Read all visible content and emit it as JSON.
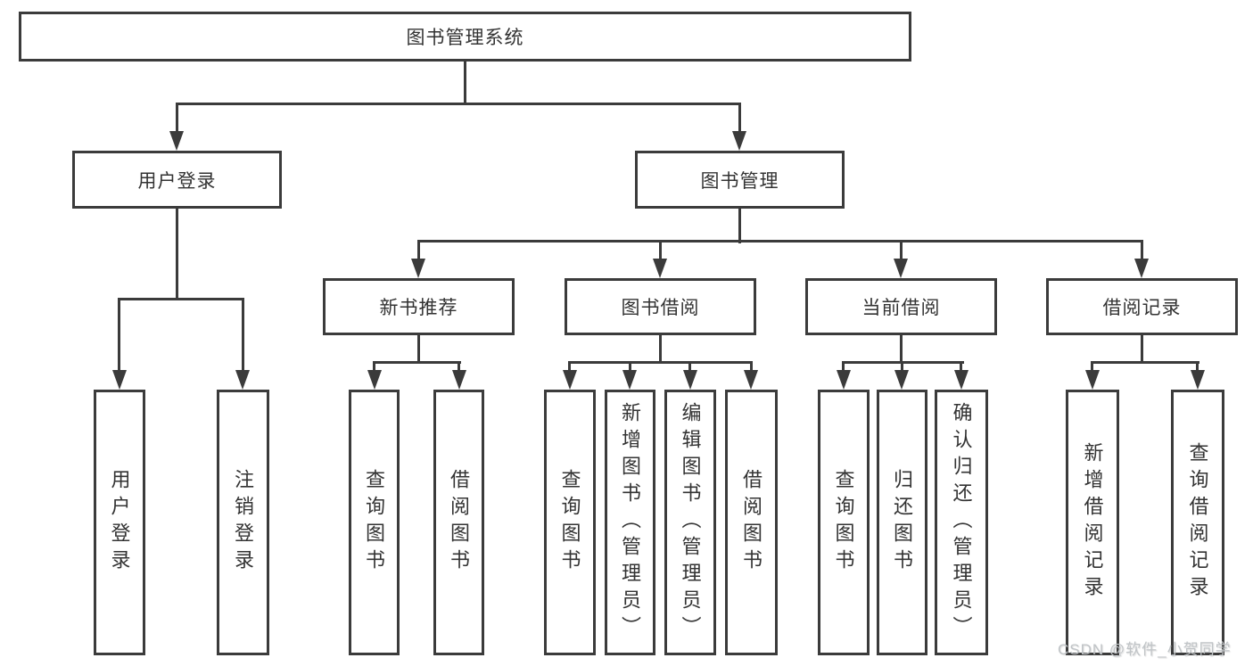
{
  "nodes": {
    "root": "图书管理系统",
    "user_login": {
      "label": "用户登录",
      "children": {
        "login": "用户登录",
        "logout": "注销登录"
      }
    },
    "book_mgmt": {
      "label": "图书管理",
      "sections": {
        "new_book": {
          "label": "新书推荐",
          "children": {
            "query": "查询图书",
            "borrow": "借阅图书"
          }
        },
        "borrowing": {
          "label": "图书借阅",
          "children": {
            "query": "查询图书",
            "add": "新增图书（管理员）",
            "edit": "编辑图书（管理员）",
            "borrow": "借阅图书"
          }
        },
        "current": {
          "label": "当前借阅",
          "children": {
            "query": "查询图书",
            "return": "归还图书",
            "confirm": "确认归还（管理员）"
          }
        },
        "records": {
          "label": "借阅记录",
          "children": {
            "add": "新增借阅记录",
            "query": "查询借阅记录"
          }
        }
      }
    }
  },
  "watermark": {
    "text": "CSDN @软件_小贺同学"
  },
  "colors": {
    "line": "#3b3b3b",
    "box_fill": "#ffffff",
    "text": "#333333",
    "watermark": "#c0c4c7",
    "background": "#ffffff"
  }
}
